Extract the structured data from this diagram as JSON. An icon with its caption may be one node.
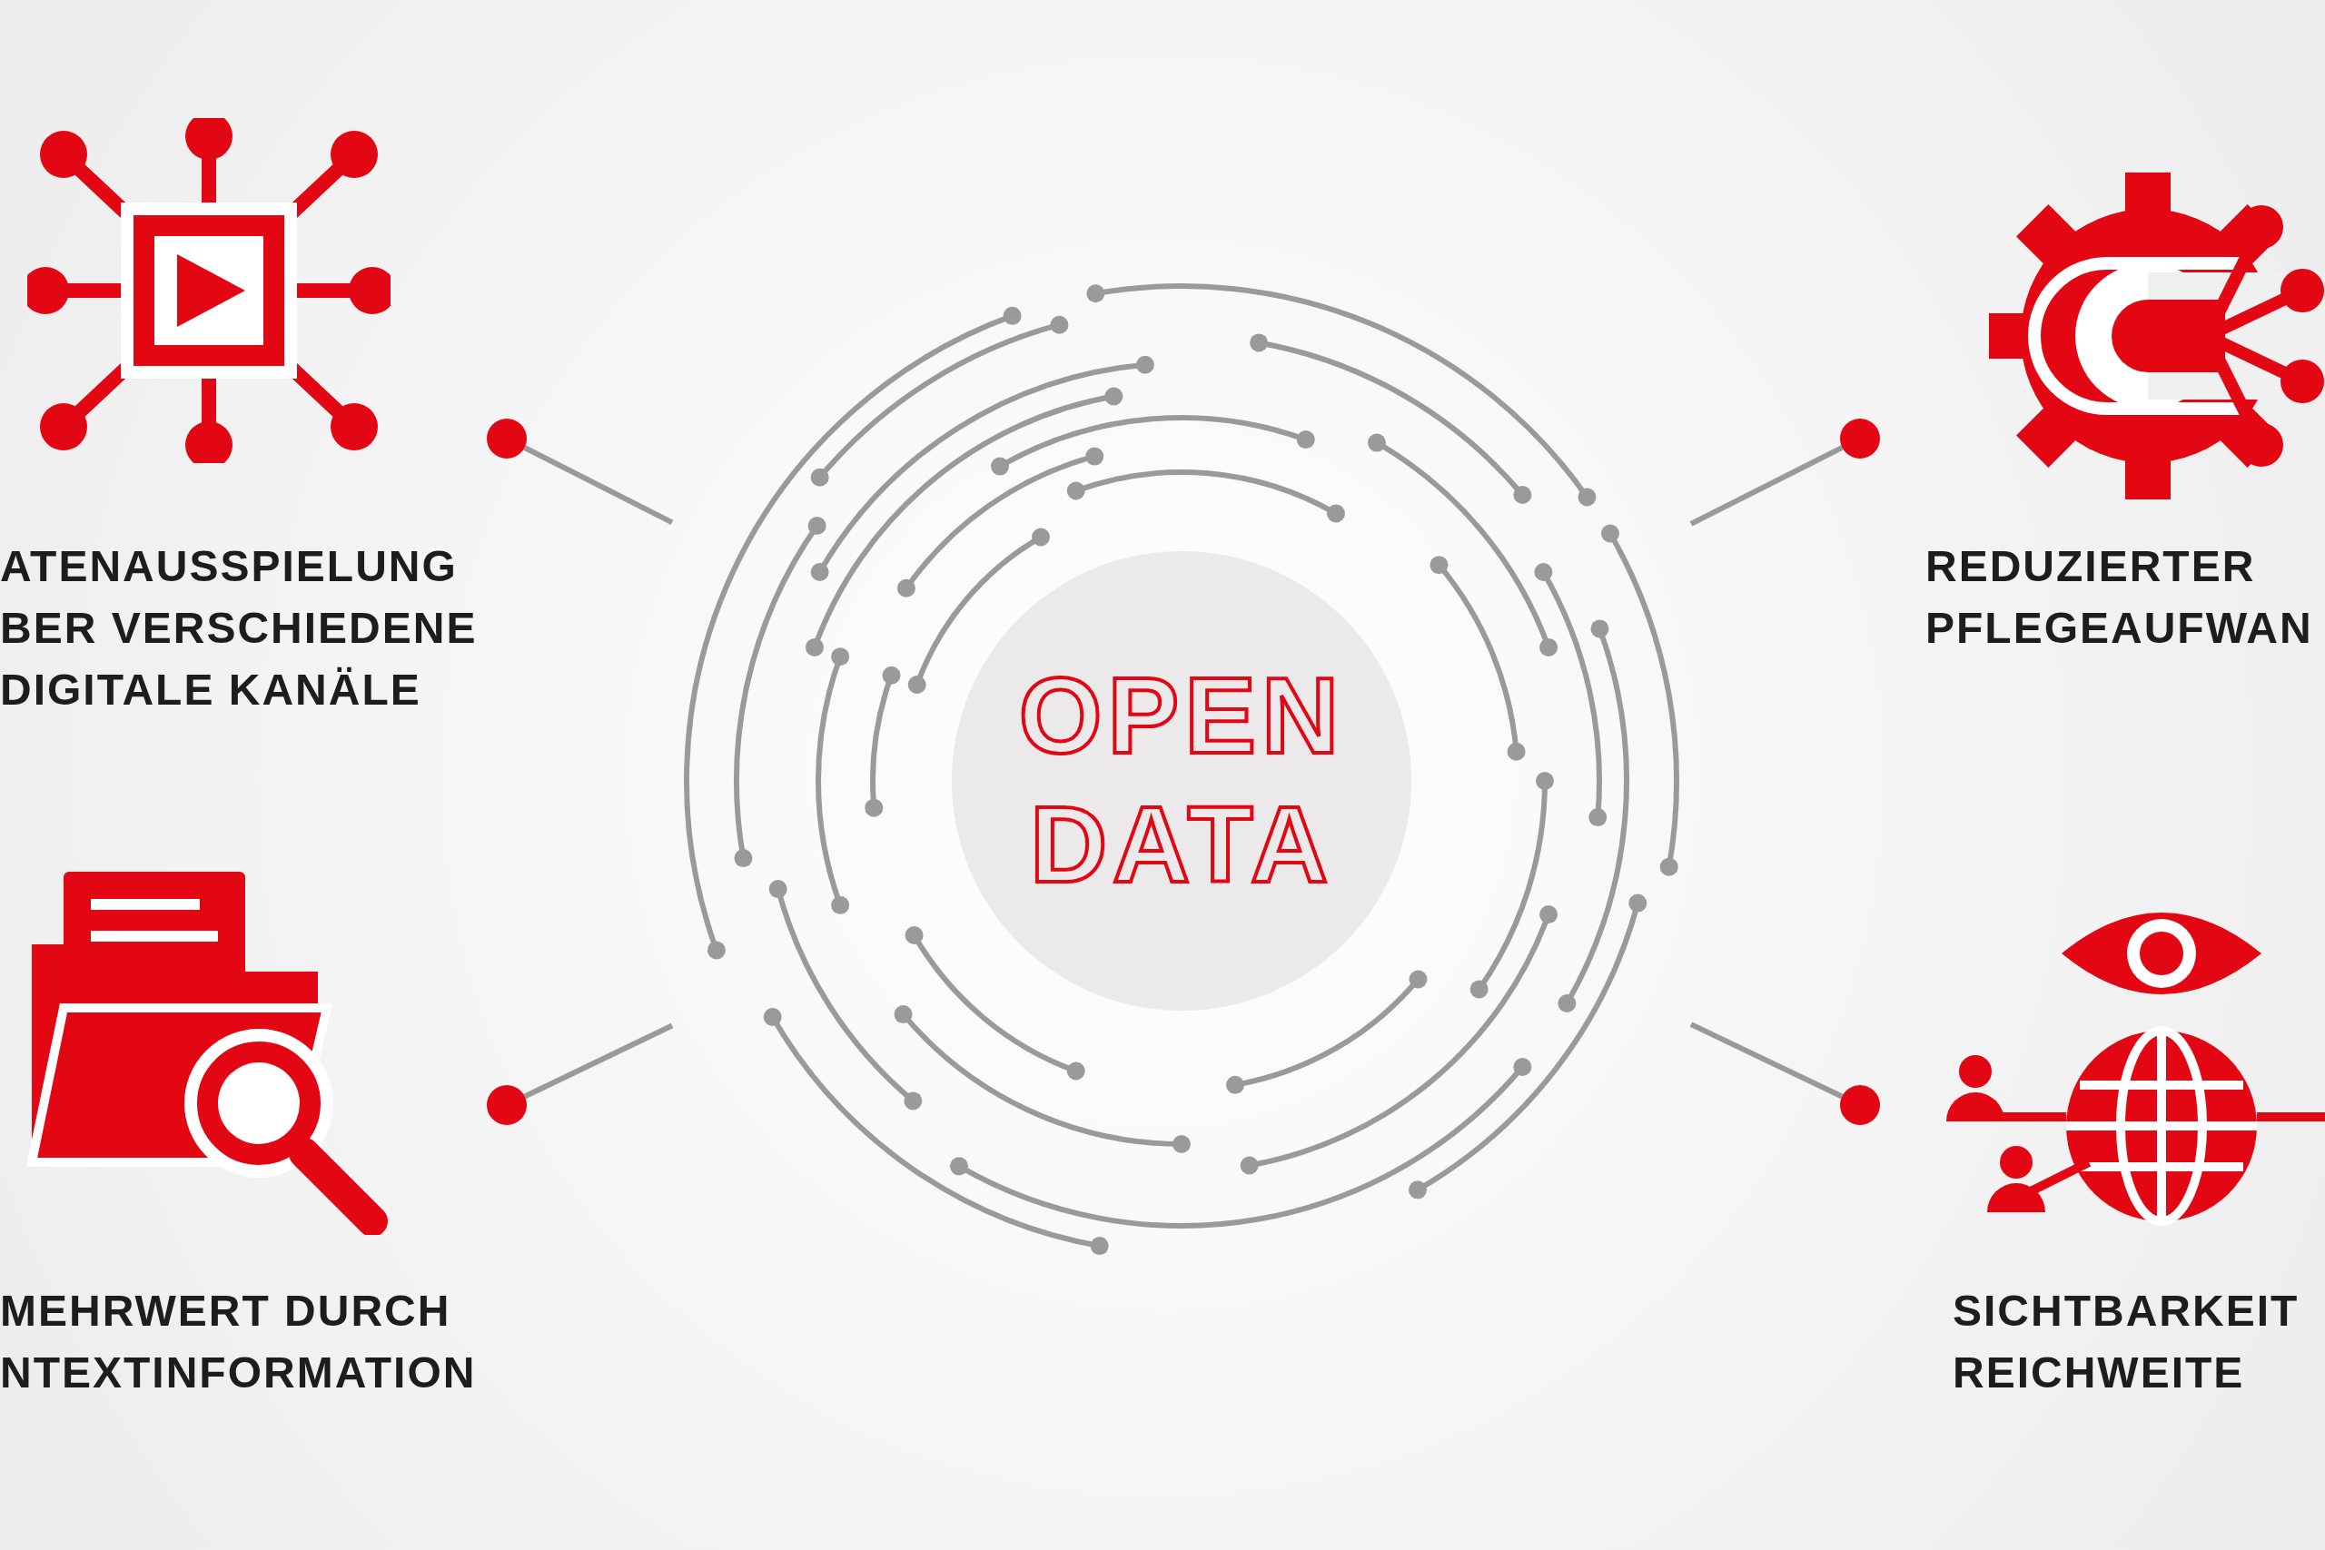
{
  "diagram": {
    "nodes": [
      {
        "text": [
          "OPEN DATA"
        ]
      },
      {
        "text": [],
        "shape": "circle",
        "beside": [
          "ATENAUSSPIELUNG BER VERSCHIEDENE DIGITALE KANÄLE"
        ]
      },
      {
        "text": [],
        "shape": "circle",
        "beside": [
          "REDUZIERTER PFLEGEAUFWAN"
        ]
      },
      {
        "text": [],
        "shape": "circle",
        "beside": [
          "MEHRWERT DURCH NTEXTINFORMATION"
        ]
      },
      {
        "text": [],
        "shape": "circle"
      }
    ],
    "labels": [
      "SICHTBARKEIT REICHWEITE"
    ],
    "edges": [
      {
        "from": 0,
        "to": 1,
        "arrow": "none"
      },
      {
        "from": 0,
        "to": 2,
        "arrow": "none"
      },
      {
        "from": 0,
        "to": 3,
        "arrow": "none"
      },
      {
        "from": 0,
        "to": 4,
        "arrow": "none"
      }
    ]
  }
}
